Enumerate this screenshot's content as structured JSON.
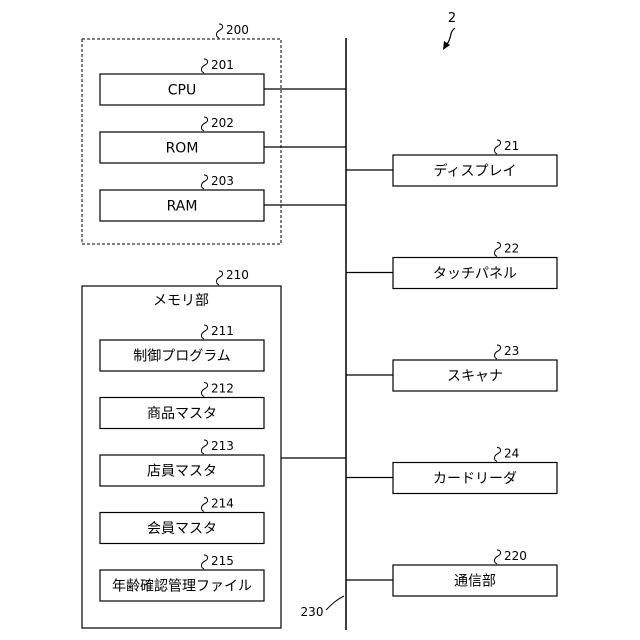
{
  "figure_ref": "2",
  "bus_ref": "230",
  "controller": {
    "ref": "200"
  },
  "controller_parts": [
    {
      "label": "CPU",
      "ref": "201"
    },
    {
      "label": "ROM",
      "ref": "202"
    },
    {
      "label": "RAM",
      "ref": "203"
    }
  ],
  "memory": {
    "title": "メモリ部",
    "ref": "210",
    "items": [
      {
        "label": "制御プログラム",
        "ref": "211"
      },
      {
        "label": "商品マスタ",
        "ref": "212"
      },
      {
        "label": "店員マスタ",
        "ref": "213"
      },
      {
        "label": "会員マスタ",
        "ref": "214"
      },
      {
        "label": "年齢確認管理ファイル",
        "ref": "215"
      }
    ]
  },
  "devices": [
    {
      "label": "ディスプレイ",
      "ref": "21"
    },
    {
      "label": "タッチパネル",
      "ref": "22"
    },
    {
      "label": "スキャナ",
      "ref": "23"
    },
    {
      "label": "カードリーダ",
      "ref": "24"
    },
    {
      "label": "通信部",
      "ref": "220"
    }
  ]
}
